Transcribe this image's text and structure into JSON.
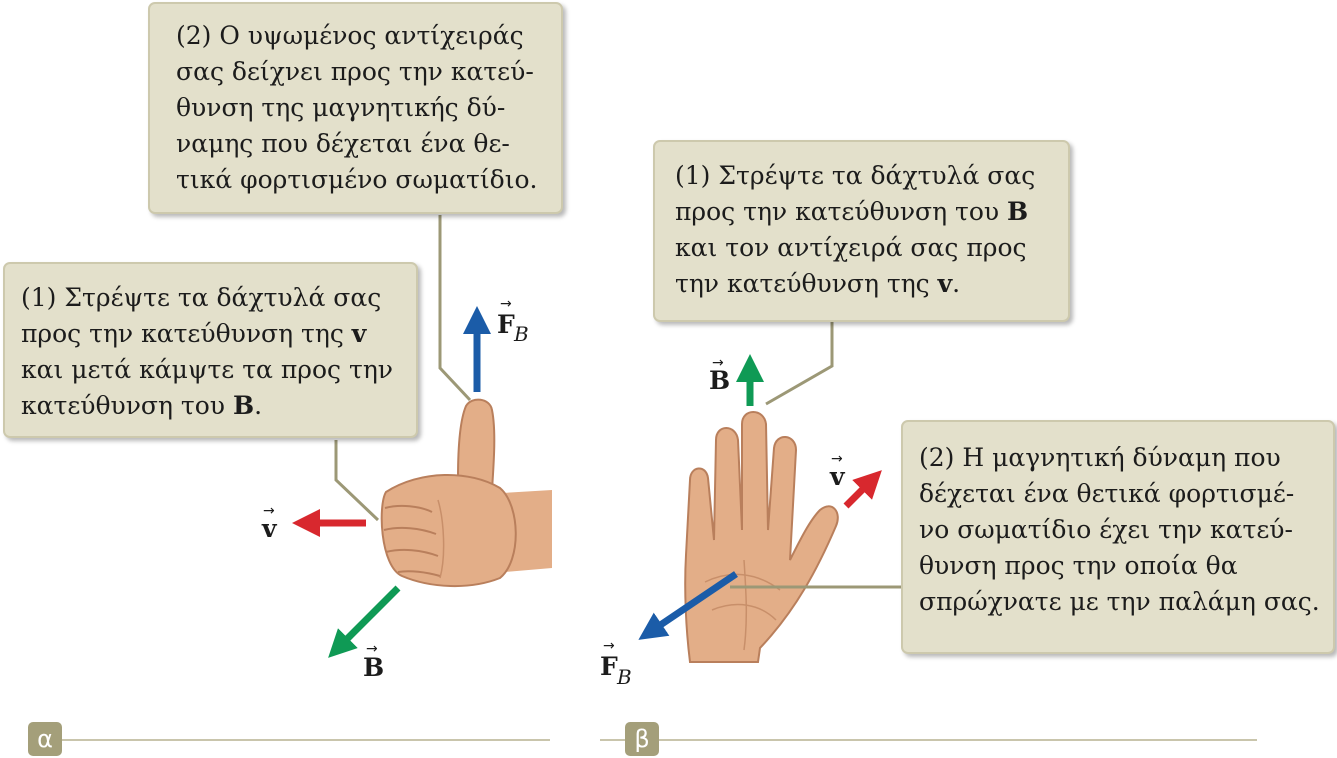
{
  "panels": {
    "alpha": {
      "label": "α",
      "callout_top": {
        "lines": [
          "(2) Ο υψωμένος αντίχειράς",
          "σας δείχνει προς την κατεύ-",
          "θυνση της μαγνητικής δύ-",
          "ναμης που δέχεται ένα θε-",
          "τικά φορτισμένο σωματίδιο."
        ]
      },
      "callout_left": {
        "lines": [
          {
            "pre": "(1) Στρέψτε τα δάχτυλά σας",
            "vec": "",
            "post": ""
          },
          {
            "pre": "προς την κατεύθυνση της ",
            "vec": "v",
            "post": ""
          },
          {
            "pre": "και μετά  κάμψτε τα προς την",
            "vec": "",
            "post": ""
          },
          {
            "pre": "κατεύθυνση του ",
            "vec": "B",
            "post": "."
          }
        ]
      },
      "vectors": {
        "v": "v",
        "B": "B",
        "F": "F",
        "F_sub": "B"
      }
    },
    "beta": {
      "label": "β",
      "callout_top": {
        "lines": [
          {
            "pre": "(1) Στρέψτε τα δάχτυλά σας",
            "vec": "",
            "post": ""
          },
          {
            "pre": "προς την κατεύθυνση του ",
            "vec": "B",
            "post": ""
          },
          {
            "pre": "και τον αντίχειρά σας προς",
            "vec": "",
            "post": ""
          },
          {
            "pre": "την κατεύθυνση της ",
            "vec": "v",
            "post": "."
          }
        ]
      },
      "callout_right": {
        "lines": [
          "(2) Η μαγνητική δύναμη που",
          "δέχεται ένα θετικά φορτισμέ-",
          "νο σωματίδιο έχει την κατεύ-",
          "θυνση προς την οποία θα",
          "σπρώχνατε με την παλάμη σας."
        ]
      },
      "vectors": {
        "v": "v",
        "B": "B",
        "F": "F",
        "F_sub": "B"
      }
    }
  },
  "colors": {
    "force_arrow": "#1b5ca8",
    "field_arrow": "#0f9a55",
    "velocity_arrow": "#d8282e",
    "skin": "#e3ae88",
    "callout_fill": "#e3e0cb",
    "leader_line": "#9c9876",
    "label_badge": "#a49f7a"
  }
}
